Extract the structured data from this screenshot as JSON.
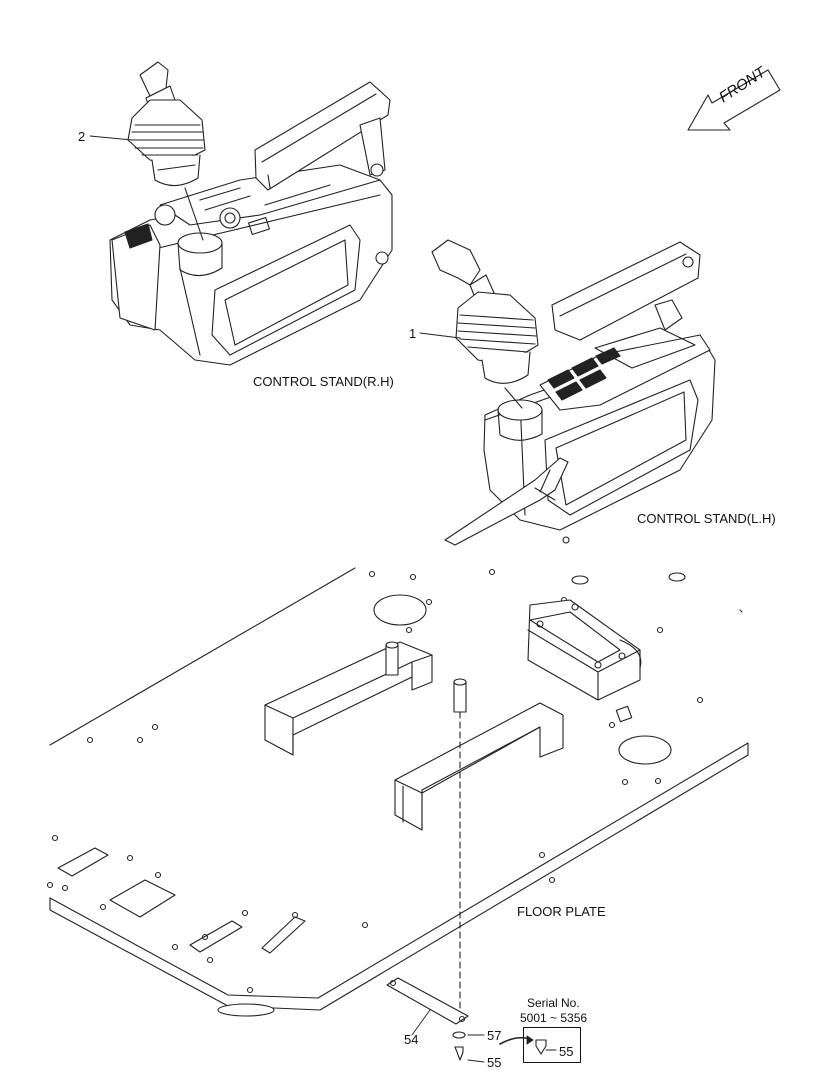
{
  "front_label": "FRONT",
  "assemblies": {
    "rh": "CONTROL STAND(R.H)",
    "lh": "CONTROL STAND(L.H)",
    "floor": "FLOOR PLATE"
  },
  "callouts": {
    "p1": "1",
    "p2": "2",
    "p54": "54",
    "p55a": "55",
    "p55b": "55",
    "p57": "57"
  },
  "serial": {
    "title": "Serial No.",
    "range": "5001 ~ 5356"
  },
  "colors": {
    "line": "#222222",
    "paper": "#ffffff",
    "shade": "#d9d9d9"
  }
}
